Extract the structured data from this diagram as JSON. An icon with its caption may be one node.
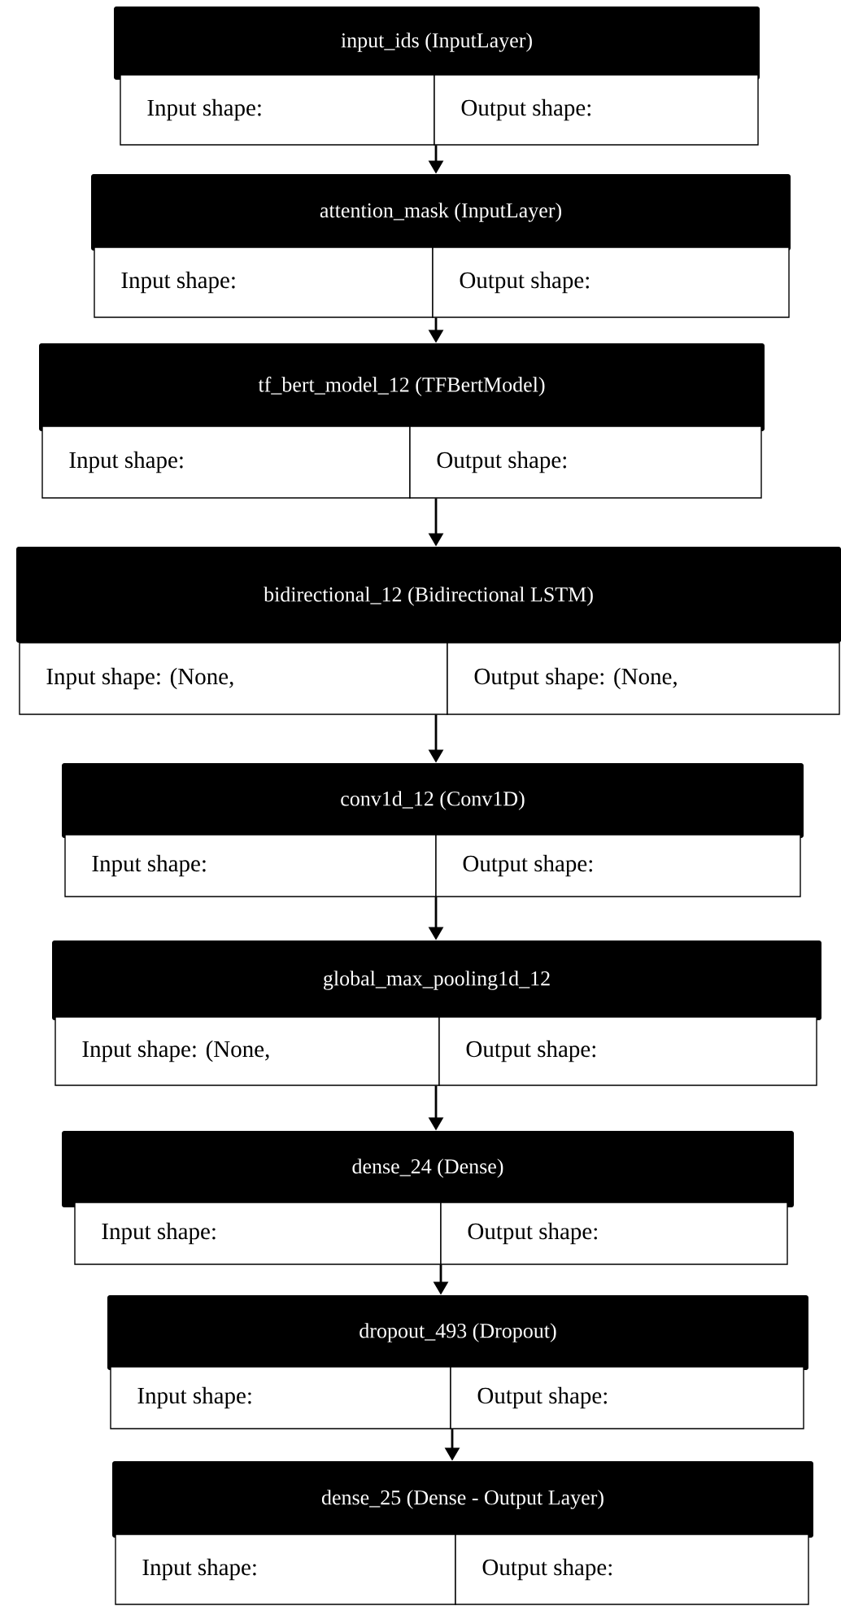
{
  "diagram": {
    "nodes": [
      {
        "text": [
          "input_ids (InputLayer)",
          "Input shape:",
          "Output shape:"
        ]
      },
      {
        "text": [
          "attention_mask (InputLayer)",
          "Input shape:",
          "Output shape:"
        ]
      },
      {
        "text": [
          "tf_bert_model_12 (TFBertModel)",
          "Input shape:",
          "Output shape:"
        ]
      },
      {
        "text": [
          "bidirectional_12 (Bidirectional LSTM)",
          "Input shape: (None,",
          "Output shape: (None,"
        ]
      },
      {
        "text": [
          "conv1d_12 (Conv1D)",
          "Input shape:",
          "Output shape:"
        ]
      },
      {
        "text": [
          "global_max_pooling1d_12",
          "Input shape: (None,",
          "Output shape:"
        ]
      },
      {
        "text": [
          "dense_24 (Dense)",
          "Input shape:",
          "Output shape:"
        ]
      },
      {
        "text": [
          "dropout_493 (Dropout)",
          "Input shape:",
          "Output shape:"
        ]
      },
      {
        "text": [
          "dense_25 (Dense - Output Layer)",
          "Input shape:",
          "Output shape:"
        ]
      }
    ],
    "edges": [
      {
        "from": 0,
        "to": 1,
        "arrow": "to"
      },
      {
        "from": 1,
        "to": 2,
        "arrow": "to"
      },
      {
        "from": 2,
        "to": 3,
        "arrow": "to"
      },
      {
        "from": 3,
        "to": 4,
        "arrow": "to"
      },
      {
        "from": 4,
        "to": 5,
        "arrow": "to"
      },
      {
        "from": 5,
        "to": 6,
        "arrow": "to"
      },
      {
        "from": 6,
        "to": 7,
        "arrow": "to"
      },
      {
        "from": 7,
        "to": 8,
        "arrow": "to"
      }
    ]
  }
}
